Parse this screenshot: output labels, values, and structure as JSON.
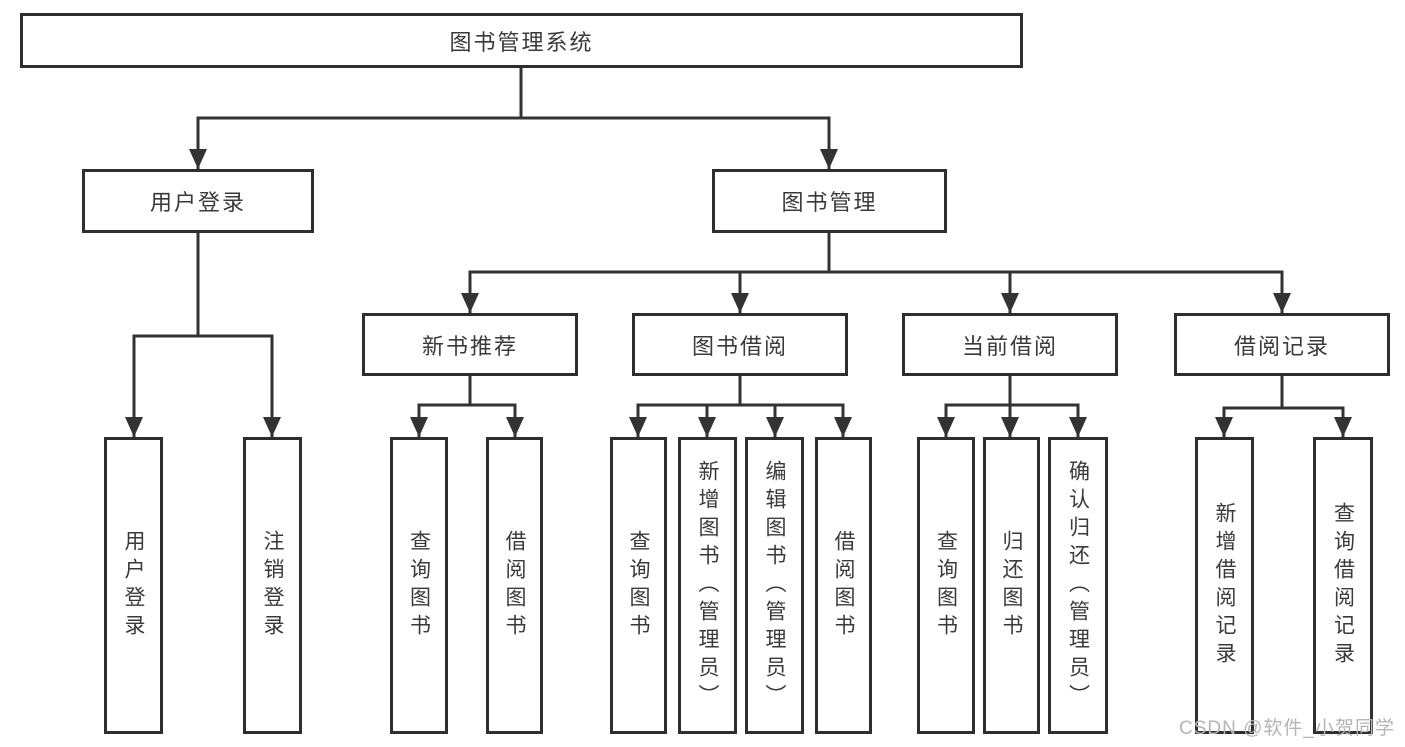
{
  "diagram": {
    "title": "图书管理系统",
    "line_color": "#333333",
    "box": {
      "border_color": "#2e2e2e",
      "fill": "#ffffff",
      "text_color": "#3a3a3a"
    },
    "level2": [
      {
        "label": "用户登录"
      },
      {
        "label": "图书管理"
      }
    ],
    "level3": [
      {
        "label": "新书推荐",
        "parent": "图书管理"
      },
      {
        "label": "图书借阅",
        "parent": "图书管理"
      },
      {
        "label": "当前借阅",
        "parent": "图书管理"
      },
      {
        "label": "借阅记录",
        "parent": "图书管理"
      }
    ],
    "leaves": [
      {
        "label": "用户登录",
        "parent": "用户登录"
      },
      {
        "label": "注销登录",
        "parent": "用户登录"
      },
      {
        "label": "查询图书",
        "parent": "新书推荐"
      },
      {
        "label": "借阅图书",
        "parent": "新书推荐"
      },
      {
        "label": "查询图书",
        "parent": "图书借阅"
      },
      {
        "label": "新增图书（管理员）",
        "parent": "图书借阅"
      },
      {
        "label": "编辑图书（管理员）",
        "parent": "图书借阅"
      },
      {
        "label": "借阅图书",
        "parent": "图书借阅"
      },
      {
        "label": "查询图书",
        "parent": "当前借阅"
      },
      {
        "label": "归还图书",
        "parent": "当前借阅"
      },
      {
        "label": "确认归还（管理员）",
        "parent": "当前借阅"
      },
      {
        "label": "新增借阅记录",
        "parent": "借阅记录"
      },
      {
        "label": "查询借阅记录",
        "parent": "借阅记录"
      }
    ]
  },
  "watermark": {
    "text": "CSDN @软件_小贺同学",
    "color": "#b5b5b5"
  }
}
